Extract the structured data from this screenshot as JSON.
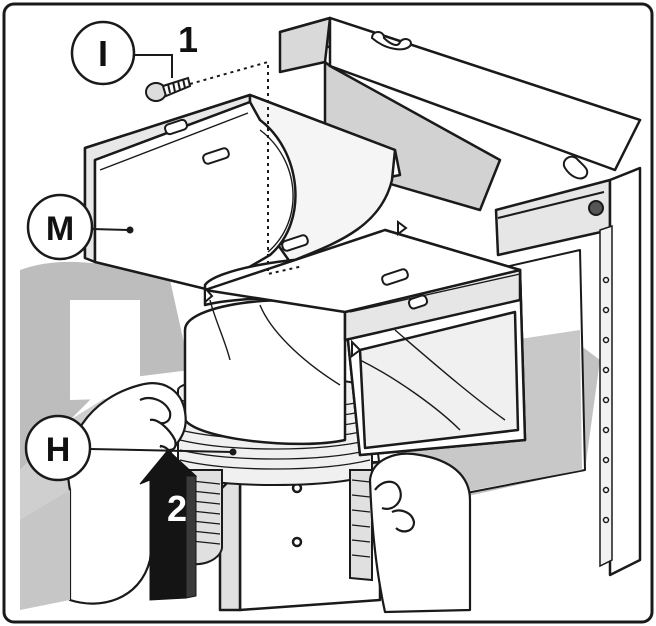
{
  "figure": {
    "callouts": {
      "screw": {
        "letter": "I"
      },
      "adapter": {
        "letter": "M"
      },
      "hose": {
        "letter": "H"
      }
    },
    "steps": {
      "step1": "1",
      "step2": "2"
    },
    "colors": {
      "line": "#1a1a1a",
      "wall_shadow": "#bdbdbd",
      "panel_light": "#e6e6e6",
      "panel_mid": "#d2d2d2",
      "arrow": "#141414",
      "background": "#ffffff"
    }
  }
}
